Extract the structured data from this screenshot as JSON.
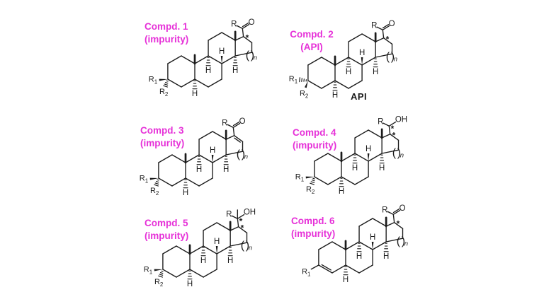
{
  "figure": {
    "background": "#ffffff",
    "bond_color": "#1a1a1a",
    "text_color": "#1a1a1a",
    "label_color": "#e631d8"
  },
  "atoms": {
    "substituent": "R",
    "substituent1_base": "R",
    "substituent1_sub": "1",
    "substituent2_base": "R",
    "substituent2_sub": "2",
    "hydrogen": "H",
    "oxygen": "O",
    "hydroxyl": "OH",
    "ring_size_index": "n",
    "stereocenter_mark": "*",
    "paren_open": "(",
    "paren_close": ")"
  },
  "compounds": [
    {
      "title": "Compd. 1",
      "subtitle": "(impurity)",
      "annotation": "",
      "structure": {
        "side_chain": "ketone",
        "c17_star": true,
        "c20_star": false,
        "d_ring_double": false,
        "a_ring_double": false,
        "r1": "wedge",
        "r2": "hash"
      }
    },
    {
      "title": "Compd. 2",
      "subtitle": "(API)",
      "annotation": "API",
      "structure": {
        "side_chain": "ketone",
        "c17_star": true,
        "c20_star": false,
        "d_ring_double": false,
        "a_ring_double": false,
        "r1": "hash",
        "r2": "wedge"
      }
    },
    {
      "title": "Compd. 3",
      "subtitle": "(impurity)",
      "annotation": "",
      "structure": {
        "side_chain": "ketone",
        "c17_star": false,
        "c20_star": false,
        "d_ring_double": true,
        "a_ring_double": false,
        "r1": "wedge",
        "r2": "hash"
      }
    },
    {
      "title": "Compd. 4",
      "subtitle": "(impurity)",
      "annotation": "",
      "structure": {
        "side_chain": "carbinol",
        "c17_star": true,
        "c20_star": true,
        "d_ring_double": false,
        "a_ring_double": false,
        "r1": "wedge",
        "r2": "hash"
      }
    },
    {
      "title": "Compd. 5",
      "subtitle": "(impurity)",
      "annotation": "",
      "structure": {
        "side_chain": "methyl_carbinol",
        "c17_star": true,
        "c20_star": true,
        "d_ring_double": false,
        "a_ring_double": false,
        "r1": "wedge",
        "r2": "hash"
      }
    },
    {
      "title": "Compd. 6",
      "subtitle": "(impurity)",
      "annotation": "",
      "structure": {
        "side_chain": "ketone",
        "c17_star": true,
        "c20_star": false,
        "d_ring_double": false,
        "a_ring_double": true,
        "r1": "plain",
        "r2": "none"
      }
    }
  ]
}
